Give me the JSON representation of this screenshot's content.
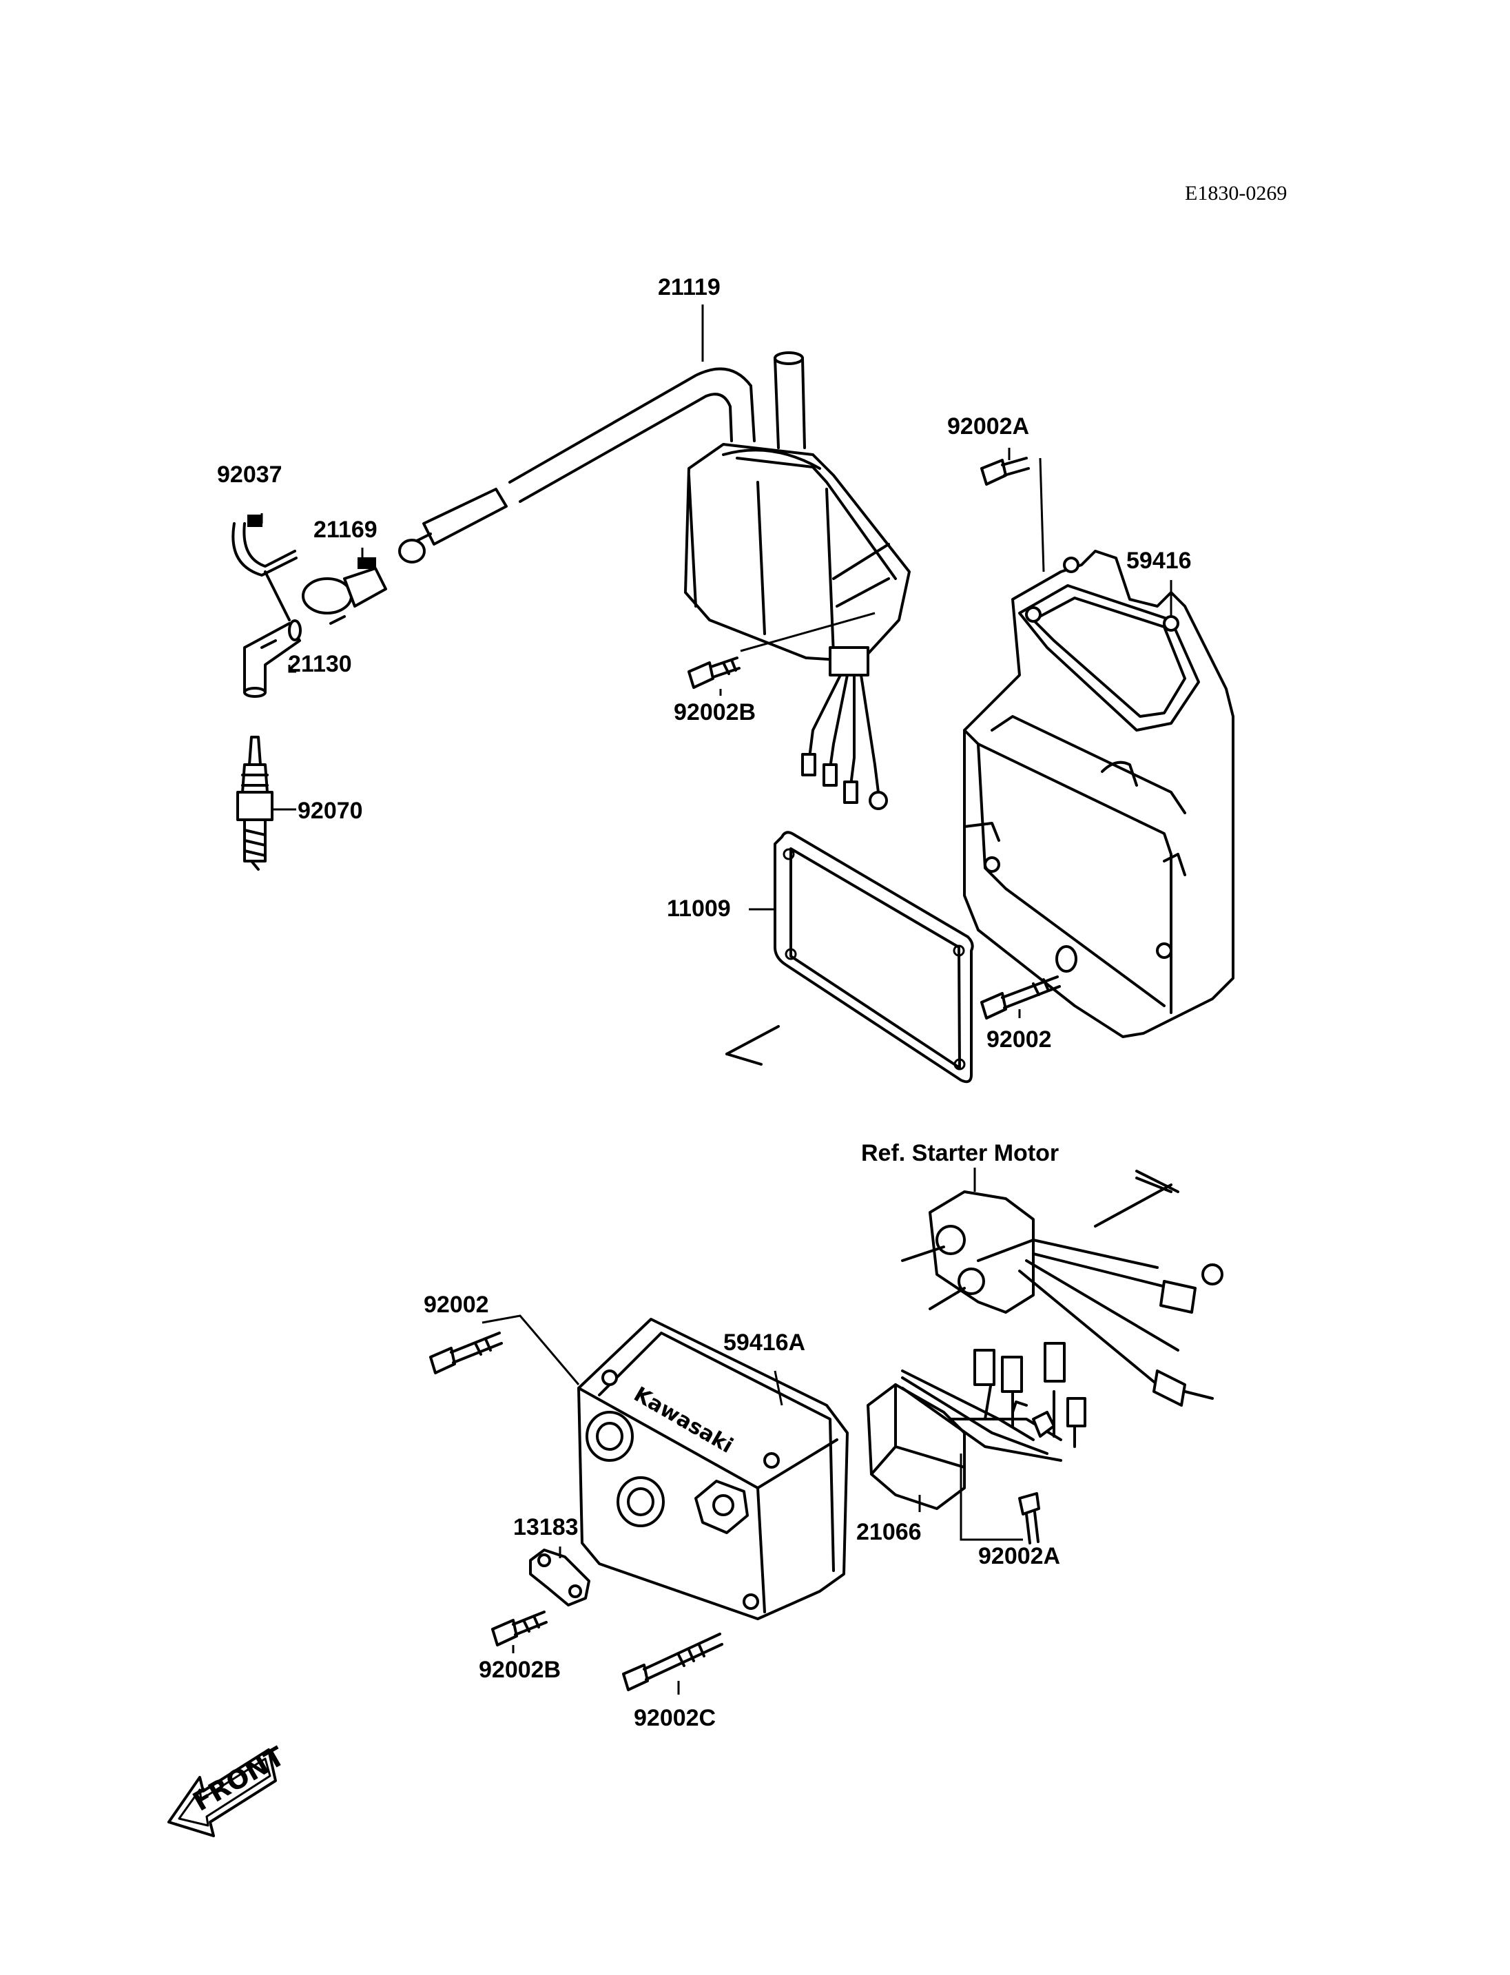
{
  "diagram_code": "E1830-0269",
  "front_label": "FRONT",
  "reference_label": "Ref. Starter Motor",
  "parts": [
    {
      "id": "p21119",
      "number": "21119"
    },
    {
      "id": "p92037",
      "number": "92037"
    },
    {
      "id": "p21169",
      "number": "21169"
    },
    {
      "id": "p21130",
      "number": "21130"
    },
    {
      "id": "p92070",
      "number": "92070"
    },
    {
      "id": "p92002A_top",
      "number": "92002A"
    },
    {
      "id": "p59416",
      "number": "59416"
    },
    {
      "id": "p92002B_top",
      "number": "92002B"
    },
    {
      "id": "p11009",
      "number": "11009"
    },
    {
      "id": "p92002_top",
      "number": "92002"
    },
    {
      "id": "p92002_bot",
      "number": "92002"
    },
    {
      "id": "p59416A",
      "number": "59416A"
    },
    {
      "id": "p13183",
      "number": "13183"
    },
    {
      "id": "p92002B_bot",
      "number": "92002B"
    },
    {
      "id": "p92002C",
      "number": "92002C"
    },
    {
      "id": "p21066",
      "number": "21066"
    },
    {
      "id": "p92002A_bot",
      "number": "92002A"
    }
  ]
}
